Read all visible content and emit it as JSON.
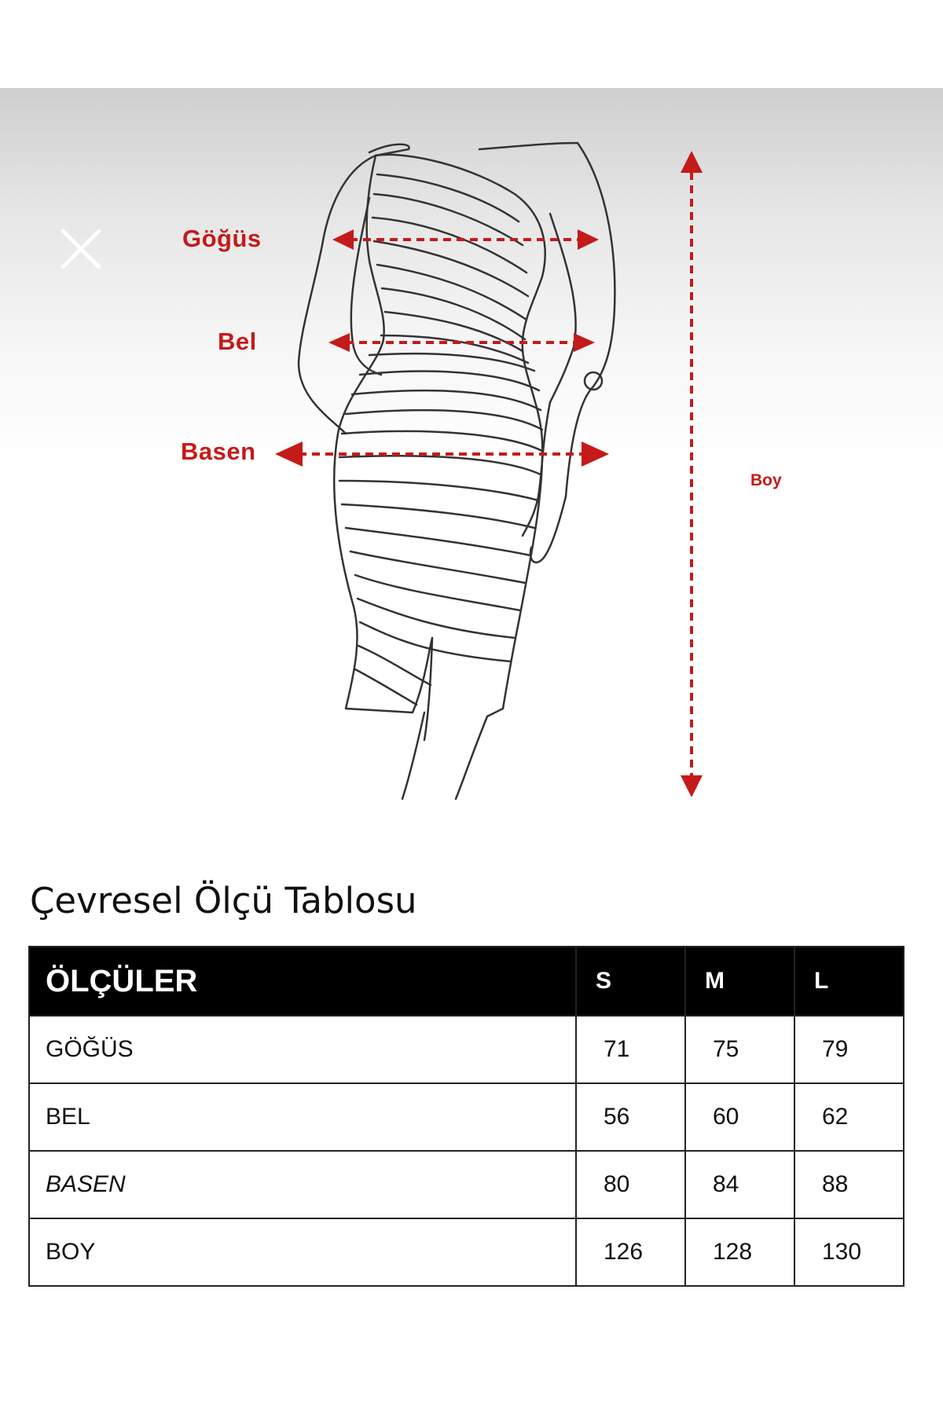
{
  "labels": {
    "chest": "Göğüs",
    "waist": "Bel",
    "hip": "Basen",
    "length": "Boy"
  },
  "table": {
    "title": "Çevresel Ölçü Tablosu",
    "header": "ÖLÇÜLER",
    "sizes": [
      "S",
      "M",
      "L"
    ],
    "rows": [
      {
        "label": "GÖĞÜS",
        "values": [
          "71",
          "75",
          "79"
        ],
        "italic": false
      },
      {
        "label": "BEL",
        "values": [
          "56",
          "60",
          "62"
        ],
        "italic": false
      },
      {
        "label": "BASEN",
        "values": [
          "80",
          "84",
          "88"
        ],
        "italic": true
      },
      {
        "label": "BOY",
        "values": [
          "126",
          "128",
          "130"
        ],
        "italic": false
      }
    ]
  },
  "colors": {
    "measure_red": "#c41a1a",
    "table_header_bg": "#000000"
  },
  "icons": {
    "close": "close-icon"
  }
}
